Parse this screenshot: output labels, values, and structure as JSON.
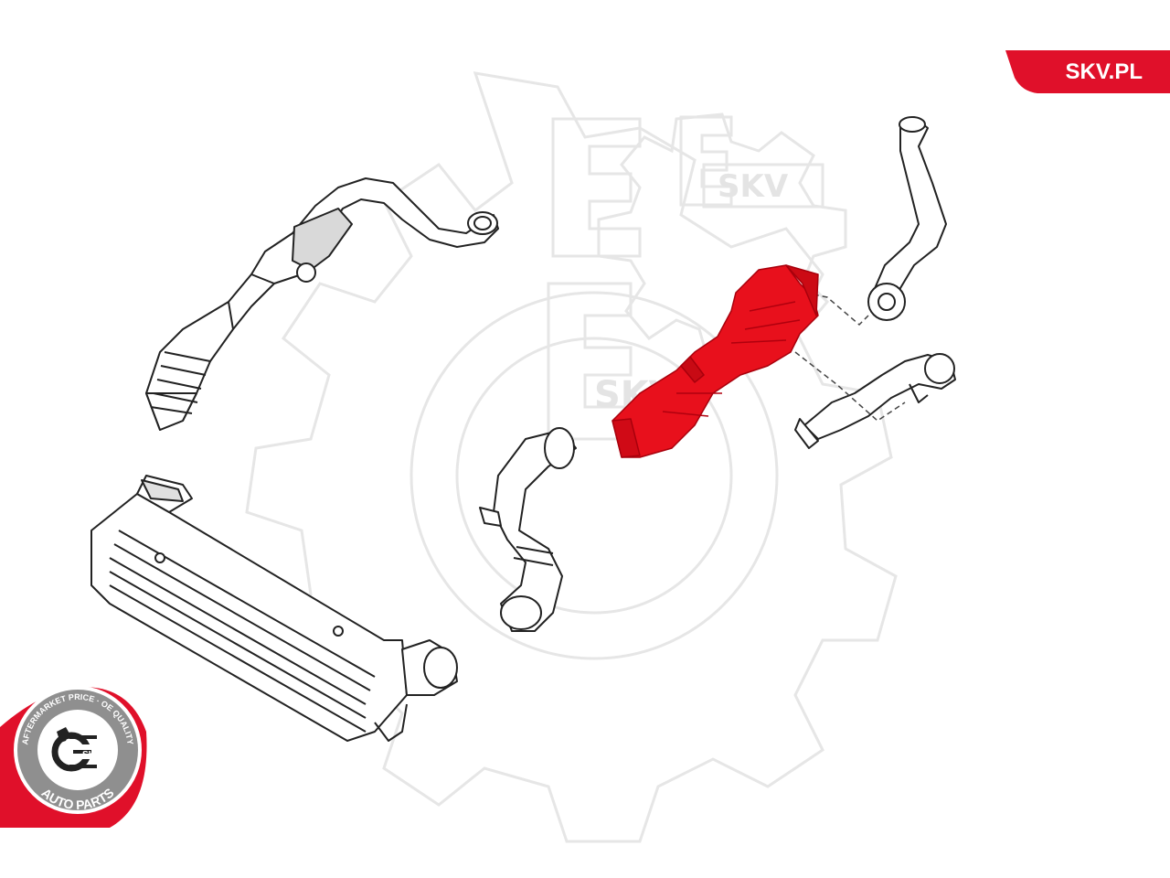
{
  "brand": {
    "site_label": "SKV.PL",
    "accent_color": "#e0102a"
  },
  "watermark": {
    "label": "SKV",
    "color": "#e4e4e4"
  },
  "badge": {
    "top_ring_text": "AFTERMARKET PRICE · OE QUALITY",
    "bottom_ring_text": "AUTO PARTS",
    "center_label": "SKV",
    "icon": "gear-e-logo-icon"
  },
  "parts": {
    "highlighted_part": "intake-pipe-red",
    "highlight_color": "#e8101c",
    "line_color": "#222222"
  }
}
